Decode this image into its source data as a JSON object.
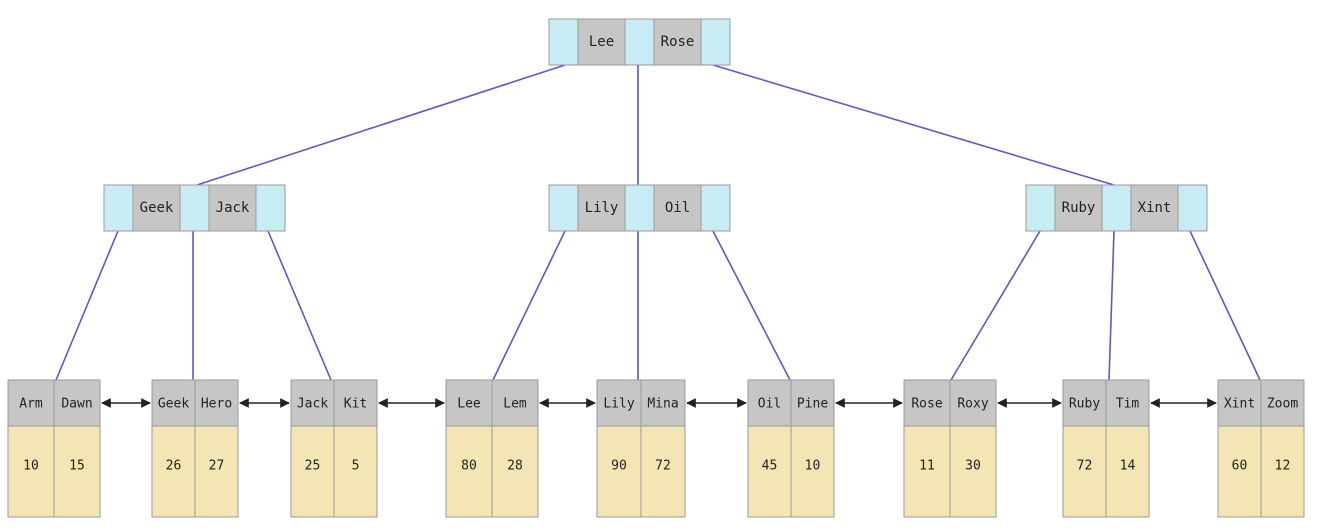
{
  "colors": {
    "pointer": "#c8ecf4",
    "key": "#c6c6c6",
    "value": "#f3e6b4",
    "border": "#9a9a9a",
    "edge": "#5a5ac8",
    "link": "#222222",
    "text": "#222222"
  },
  "root": {
    "keys": [
      "Lee",
      "Rose"
    ]
  },
  "internal": [
    {
      "keys": [
        "Geek",
        "Jack"
      ]
    },
    {
      "keys": [
        "Lily",
        "Oil"
      ]
    },
    {
      "keys": [
        "Ruby",
        "Xint"
      ]
    }
  ],
  "leaves": [
    {
      "keys": [
        "Arm",
        "Dawn"
      ],
      "values": [
        "10",
        "15"
      ]
    },
    {
      "keys": [
        "Geek",
        "Hero"
      ],
      "values": [
        "26",
        "27"
      ]
    },
    {
      "keys": [
        "Jack",
        "Kit"
      ],
      "values": [
        "25",
        "5"
      ]
    },
    {
      "keys": [
        "Lee",
        "Lem"
      ],
      "values": [
        "80",
        "28"
      ]
    },
    {
      "keys": [
        "Lily",
        "Mina"
      ],
      "values": [
        "90",
        "72"
      ]
    },
    {
      "keys": [
        "Oil",
        "Pine"
      ],
      "values": [
        "45",
        "10"
      ]
    },
    {
      "keys": [
        "Rose",
        "Roxy"
      ],
      "values": [
        "11",
        "30"
      ]
    },
    {
      "keys": [
        "Ruby",
        "Tim"
      ],
      "values": [
        "72",
        "14"
      ]
    },
    {
      "keys": [
        "Xint",
        "Zoom"
      ],
      "values": [
        "60",
        "12"
      ]
    }
  ]
}
